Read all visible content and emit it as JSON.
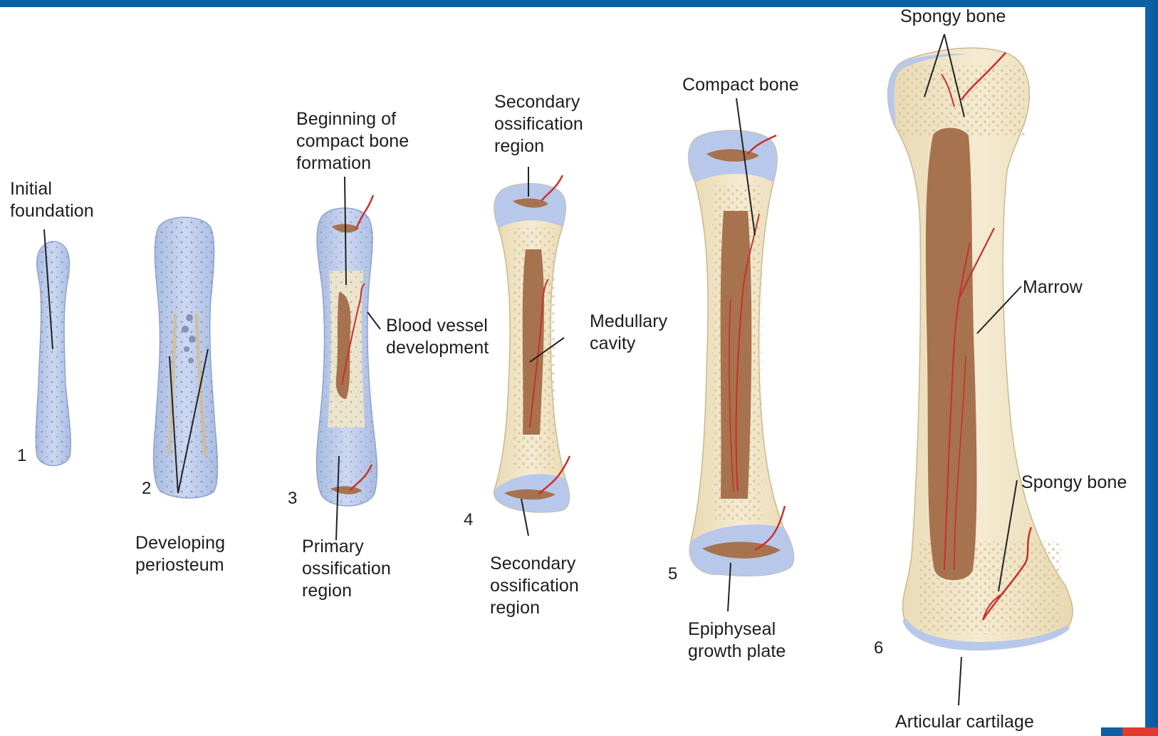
{
  "stage_numbers": [
    "1",
    "2",
    "3",
    "4",
    "5",
    "6"
  ],
  "labels": {
    "initial_foundation": "Initial\nfoundation",
    "developing_periosteum": "Developing\nperiosteum",
    "beginning_compact": "Beginning of\ncompact bone\nformation",
    "blood_vessel": "Blood vessel\ndevelopment",
    "primary_ossification": "Primary\nossification\nregion",
    "secondary_top": "Secondary\nossification\nregion",
    "medullary_cavity": "Medullary\ncavity",
    "secondary_bottom": "Secondary\nossification\nregion",
    "compact_bone": "Compact bone",
    "epiphyseal_plate": "Epiphyseal\ngrowth plate",
    "spongy_top": "Spongy bone",
    "marrow": "Marrow",
    "spongy_right": "Spongy bone",
    "articular_cartilage": "Articular cartilage"
  },
  "colors": {
    "frame_blue": "#0b5fa3",
    "cartilage": "#b8c8ea",
    "bone": "#f1e6c8",
    "marrow": "#a7724e",
    "vessel": "#c9302a",
    "accent_red": "#e23a2e"
  }
}
